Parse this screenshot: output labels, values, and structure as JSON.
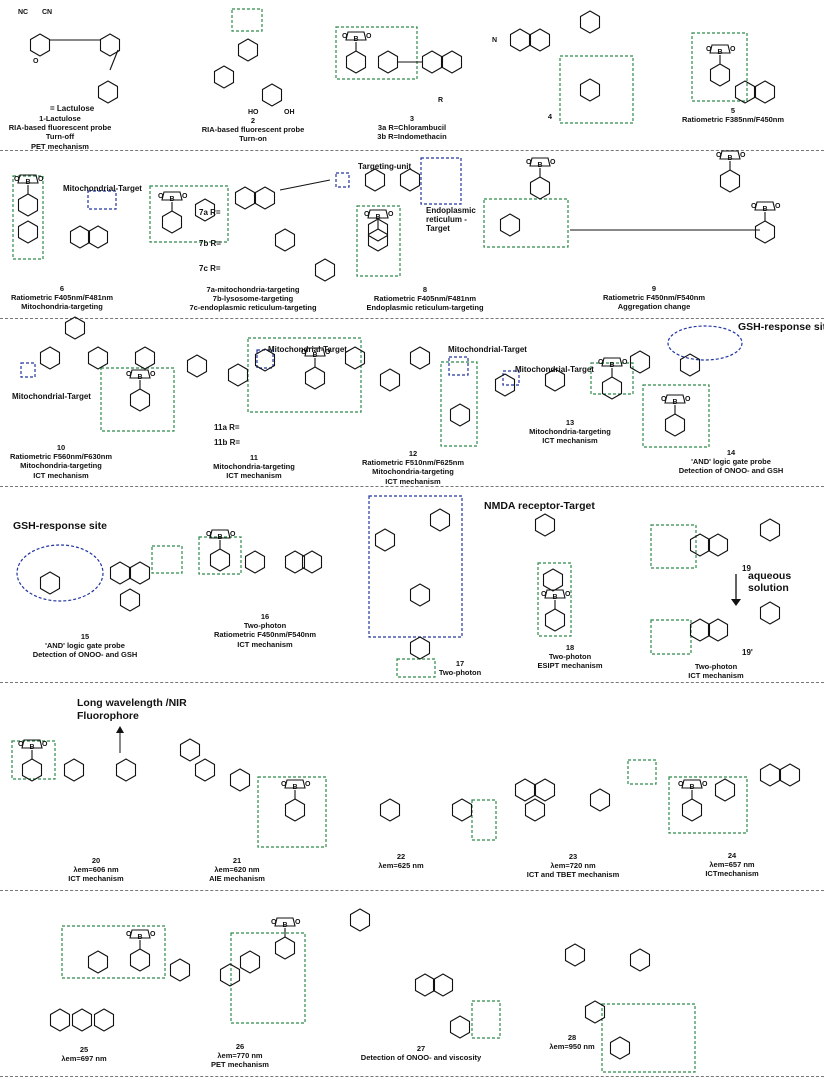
{
  "colors": {
    "green_box": "#2f8a4a",
    "blue_box": "#2336a0",
    "separator": "#777777"
  },
  "rows": [
    {
      "captions": [
        {
          "id": "c1",
          "lines": [
            "1-Lactulose",
            "RIA-based fluorescent probe",
            "Turn-off",
            "PET mechanism"
          ]
        },
        {
          "id": "c2",
          "lines": [
            "2",
            "RIA-based fluorescent probe",
            "Turn-on"
          ]
        },
        {
          "id": "c3",
          "lines": [
            "3",
            "3a R=Chlorambucil",
            "3b R=Indomethacin"
          ]
        },
        {
          "id": "c4",
          "lines": [
            "4"
          ]
        },
        {
          "id": "c5",
          "lines": [
            "5",
            "Ratiometric F385nm/F450nm"
          ]
        }
      ],
      "labels": [
        {
          "id": "lactulose",
          "text": "= Lactulose"
        }
      ]
    },
    {
      "captions": [
        {
          "id": "c6",
          "lines": [
            "6",
            "Ratiometric F405nm/F481nm",
            "Mitochondria-targeting"
          ]
        },
        {
          "id": "c7",
          "lines": [
            "7a-mitochondria-targeting",
            "7b-lysosome-targeting",
            "7c-endoplasmic reticulum-targeting"
          ]
        },
        {
          "id": "c8",
          "lines": [
            "8",
            "Ratiometric F405nm/F481nm",
            "Endoplasmic reticulum-targeting"
          ]
        },
        {
          "id": "c9",
          "lines": [
            "9",
            "Ratiometric F450nm/F540nm",
            "Aggregation change"
          ]
        }
      ],
      "labels": [
        {
          "id": "mito6",
          "text": "Mitochondrial-Target"
        },
        {
          "id": "targeting",
          "text": "Targeting-unit"
        },
        {
          "id": "r7a",
          "text": "7a R="
        },
        {
          "id": "r7b",
          "text": "7b R="
        },
        {
          "id": "r7c",
          "text": "7c R="
        },
        {
          "id": "er8",
          "text": "Endoplasmic reticulum -Target"
        }
      ]
    },
    {
      "captions": [
        {
          "id": "c10",
          "lines": [
            "10",
            "Ratiometric F560nm/F630nm",
            "Mitochondria-targeting",
            "ICT mechanism"
          ]
        },
        {
          "id": "c11",
          "lines": [
            "11",
            "Mitochondria-targeting",
            "ICT mechanism"
          ]
        },
        {
          "id": "c12",
          "lines": [
            "12",
            "Ratiometric F510nm/F625nm",
            "Mitochondria-targeting",
            "ICT mechanism"
          ]
        },
        {
          "id": "c13",
          "lines": [
            "13",
            "Mitochondria-targeting",
            "ICT mechanism"
          ]
        },
        {
          "id": "c14",
          "lines": [
            "14",
            "'AND' logic gate probe",
            "Detection of ONOO- and GSH"
          ]
        }
      ],
      "labels": [
        {
          "id": "mito10",
          "text": "Mitochondrial-Target"
        },
        {
          "id": "mito11",
          "text": "Mitochondrial-Target"
        },
        {
          "id": "mito12",
          "text": "Mitochondrial-Target"
        },
        {
          "id": "mito13",
          "text": "Mitochondrial-Target"
        },
        {
          "id": "gsh14",
          "text": "GSH-response site"
        },
        {
          "id": "r11a",
          "text": "11a R="
        },
        {
          "id": "r11b",
          "text": "11b R="
        }
      ]
    },
    {
      "captions": [
        {
          "id": "c15",
          "lines": [
            "15",
            "'AND' logic gate probe",
            "Detection of ONOO- and GSH"
          ]
        },
        {
          "id": "c16",
          "lines": [
            "16",
            "Two-photon",
            "Ratiometric F450nm/F540nm",
            "ICT mechanism"
          ]
        },
        {
          "id": "c17",
          "lines": [
            "17",
            "Two-photon"
          ]
        },
        {
          "id": "c18",
          "lines": [
            "18",
            "Two-photon",
            "ESIPT mechanism"
          ]
        },
        {
          "id": "c19",
          "lines": [
            "Two-photon",
            "ICT mechanism"
          ]
        }
      ],
      "labels": [
        {
          "id": "gsh15",
          "text": "GSH-response site"
        },
        {
          "id": "nmda",
          "text": "NMDA receptor-Target"
        },
        {
          "id": "aq",
          "text": "aqueous solution"
        },
        {
          "id": "n19",
          "text": "19"
        },
        {
          "id": "n19p",
          "text": "19'"
        }
      ]
    },
    {
      "captions": [
        {
          "id": "c20",
          "lines": [
            "20",
            "λem=606 nm",
            "ICT mechanism"
          ]
        },
        {
          "id": "c21",
          "lines": [
            "21",
            "λem=620 nm",
            "AIE mechanism"
          ]
        },
        {
          "id": "c22",
          "lines": [
            "22",
            "λem=625 nm"
          ]
        },
        {
          "id": "c23",
          "lines": [
            "23",
            "λem=720 nm",
            "ICT and TBET mechanism"
          ]
        },
        {
          "id": "c24",
          "lines": [
            "24",
            "λem=657 nm",
            "ICTmechanism"
          ]
        }
      ],
      "labels": [
        {
          "id": "nir",
          "text": "Long wavelength /NIR Fluorophore"
        }
      ]
    },
    {
      "captions": [
        {
          "id": "c25",
          "lines": [
            "25",
            "λem=697 nm"
          ]
        },
        {
          "id": "c26",
          "lines": [
            "26",
            "λem=770 nm",
            "PET mechanism"
          ]
        },
        {
          "id": "c27",
          "lines": [
            "27",
            "Detection of ONOO- and viscosity"
          ]
        },
        {
          "id": "c28",
          "lines": [
            "28",
            "λem=950 nm"
          ]
        }
      ],
      "labels": []
    }
  ]
}
